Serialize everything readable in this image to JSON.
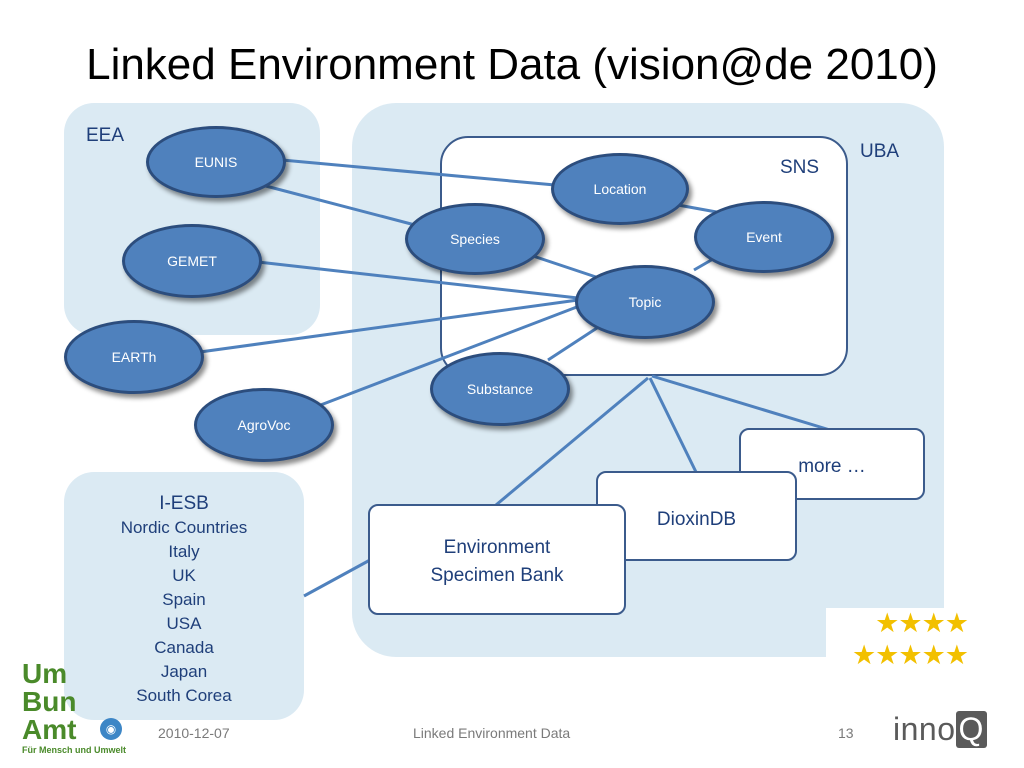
{
  "title": "Linked Environment Data (vision@de 2010)",
  "regions": {
    "eea": "EEA",
    "uba": "UBA",
    "sns": "SNS"
  },
  "nodes": {
    "eunis": "EUNIS",
    "gemet": "GEMET",
    "earth": "EARTh",
    "agrovoc": "AgroVoc",
    "location": "Location",
    "event": "Event",
    "species": "Species",
    "topic": "Topic",
    "substance": "Substance"
  },
  "boxes": {
    "more": "more …",
    "dioxindb": "DioxinDB",
    "esb_line1": "Environment",
    "esb_line2": "Specimen Bank"
  },
  "iesb": {
    "head": "I-ESB",
    "items": [
      "Nordic Countries",
      "Italy",
      "UK",
      "Spain",
      "USA",
      "Canada",
      "Japan",
      "South Corea"
    ]
  },
  "footer": {
    "date": "2010-12-07",
    "center": "Linked Environment Data",
    "page": "13"
  },
  "logos": {
    "uba_line1": "Um",
    "uba_line2": "Bun",
    "uba_line3": "Amt",
    "uba_tagline": "Für Mensch und Umwelt",
    "innoq_main": "inno",
    "innoq_q": "Q"
  },
  "stars": {
    "row1": "★★★★",
    "row2": "★★★★★"
  },
  "colors": {
    "node_fill": "#4f81bd",
    "region_fill": "#dbeaf3",
    "line": "#4f81bd"
  }
}
